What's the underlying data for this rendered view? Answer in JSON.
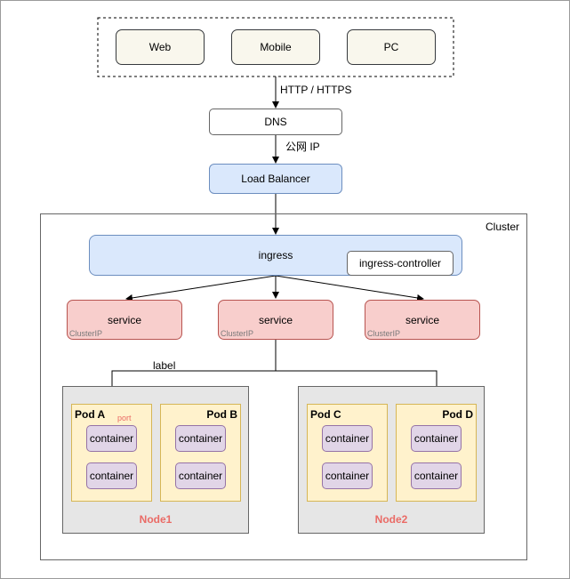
{
  "clients": {
    "web": "Web",
    "mobile": "Mobile",
    "pc": "PC"
  },
  "edges": {
    "http": "HTTP / HTTPS",
    "public_ip": "公网 IP",
    "label": "label",
    "port": "port"
  },
  "dns": "DNS",
  "load_balancer": "Load Balancer",
  "cluster": {
    "title": "Cluster",
    "ingress": "ingress",
    "ingress_controller": "ingress-controller",
    "services": [
      {
        "label": "service",
        "type": "ClusterIP"
      },
      {
        "label": "service",
        "type": "ClusterIP"
      },
      {
        "label": "service",
        "type": "ClusterIP"
      }
    ],
    "nodes": [
      {
        "label": "Node1",
        "pods": [
          {
            "name": "Pod A",
            "containers": [
              "container",
              "container"
            ]
          },
          {
            "name": "Pod B",
            "containers": [
              "container",
              "container"
            ]
          }
        ]
      },
      {
        "label": "Node2",
        "pods": [
          {
            "name": "Pod C",
            "containers": [
              "container",
              "container"
            ]
          },
          {
            "name": "Pod D",
            "containers": [
              "container",
              "container"
            ]
          }
        ]
      }
    ]
  },
  "colors": {
    "client_fill": "#f9f7ed",
    "blue_fill": "#dae8fc",
    "service_fill": "#f8cecc",
    "pod_fill": "#fff2cc",
    "container_fill": "#e1d5e7",
    "node_fill": "#e6e6e6",
    "node_label": "#ea6b66",
    "port_label": "#ea6b66"
  }
}
